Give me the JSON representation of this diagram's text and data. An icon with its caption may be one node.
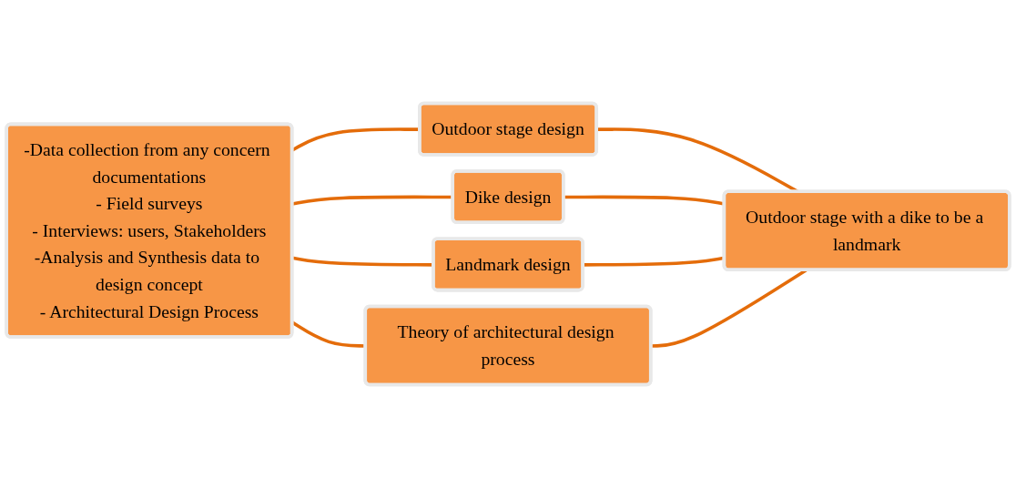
{
  "diagram": {
    "nodes": [
      {
        "text": [
          "-Data collection from any concern documentations",
          "- Field surveys",
          "- Interviews: users, Stakeholders",
          "-Analysis and Synthesis data to design concept",
          "- Architectural Design Process"
        ]
      },
      {
        "text": [
          "Outdoor stage design"
        ]
      },
      {
        "text": [
          "Dike design"
        ]
      },
      {
        "text": [
          "Landmark design"
        ]
      },
      {
        "text": [
          "Theory of architectural design process"
        ]
      },
      {
        "text": [
          "Outdoor stage with a dike to be a landmark"
        ]
      }
    ],
    "edges": [
      {
        "from": 0,
        "to": 1,
        "arrow": "none"
      },
      {
        "from": 0,
        "to": 2,
        "arrow": "none"
      },
      {
        "from": 0,
        "to": 3,
        "arrow": "none"
      },
      {
        "from": 0,
        "to": 4,
        "arrow": "none"
      },
      {
        "from": 1,
        "to": 5,
        "arrow": "none"
      },
      {
        "from": 2,
        "to": 5,
        "arrow": "none"
      },
      {
        "from": 3,
        "to": 5,
        "arrow": "none"
      },
      {
        "from": 4,
        "to": 5,
        "arrow": "none"
      }
    ]
  }
}
